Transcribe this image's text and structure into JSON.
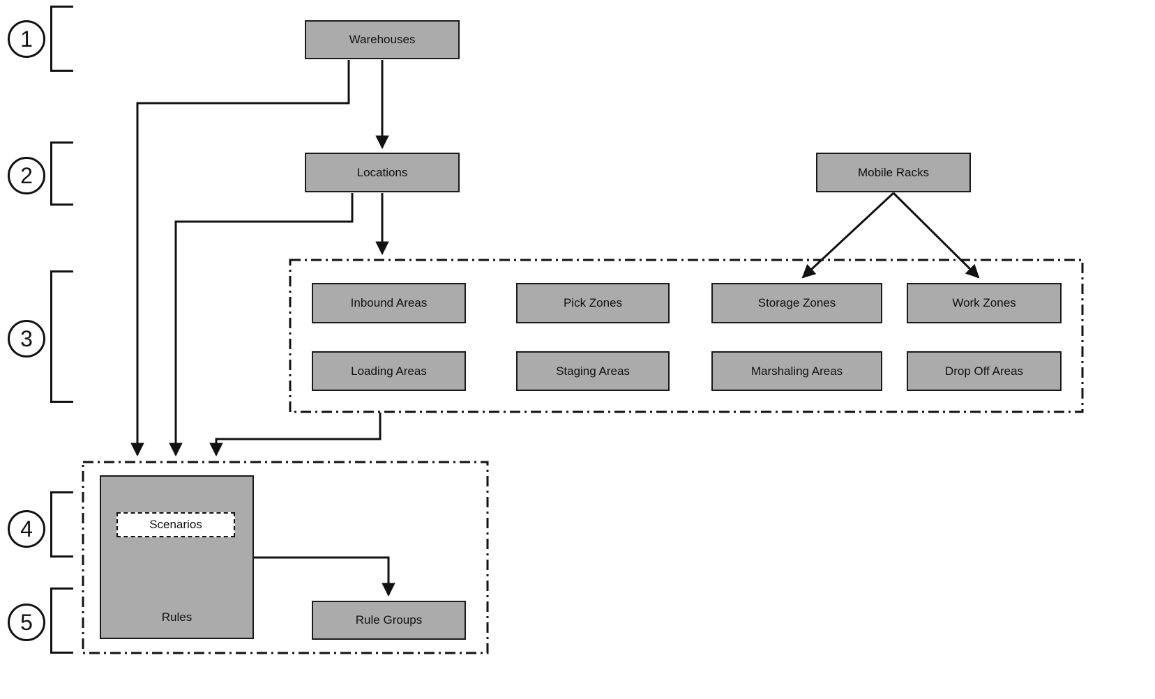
{
  "diagram": {
    "level_markers": [
      "1",
      "2",
      "3",
      "4",
      "5"
    ],
    "nodes": {
      "warehouses": {
        "label": "Warehouses"
      },
      "locations": {
        "label": "Locations"
      },
      "mobile_racks": {
        "label": "Mobile Racks"
      },
      "scenarios": {
        "label": "Scenarios"
      },
      "rules": {
        "label": "Rules"
      },
      "rule_groups": {
        "label": "Rule Groups"
      }
    },
    "location_types": {
      "row1": [
        "Inbound Areas",
        "Pick Zones",
        "Storage Zones",
        "Work Zones"
      ],
      "row2": [
        "Loading Areas",
        "Staging Areas",
        "Marshaling Areas",
        "Drop Off Areas"
      ]
    },
    "colors": {
      "box_fill": "#ababab",
      "line": "#111111",
      "background": "#ffffff"
    }
  }
}
